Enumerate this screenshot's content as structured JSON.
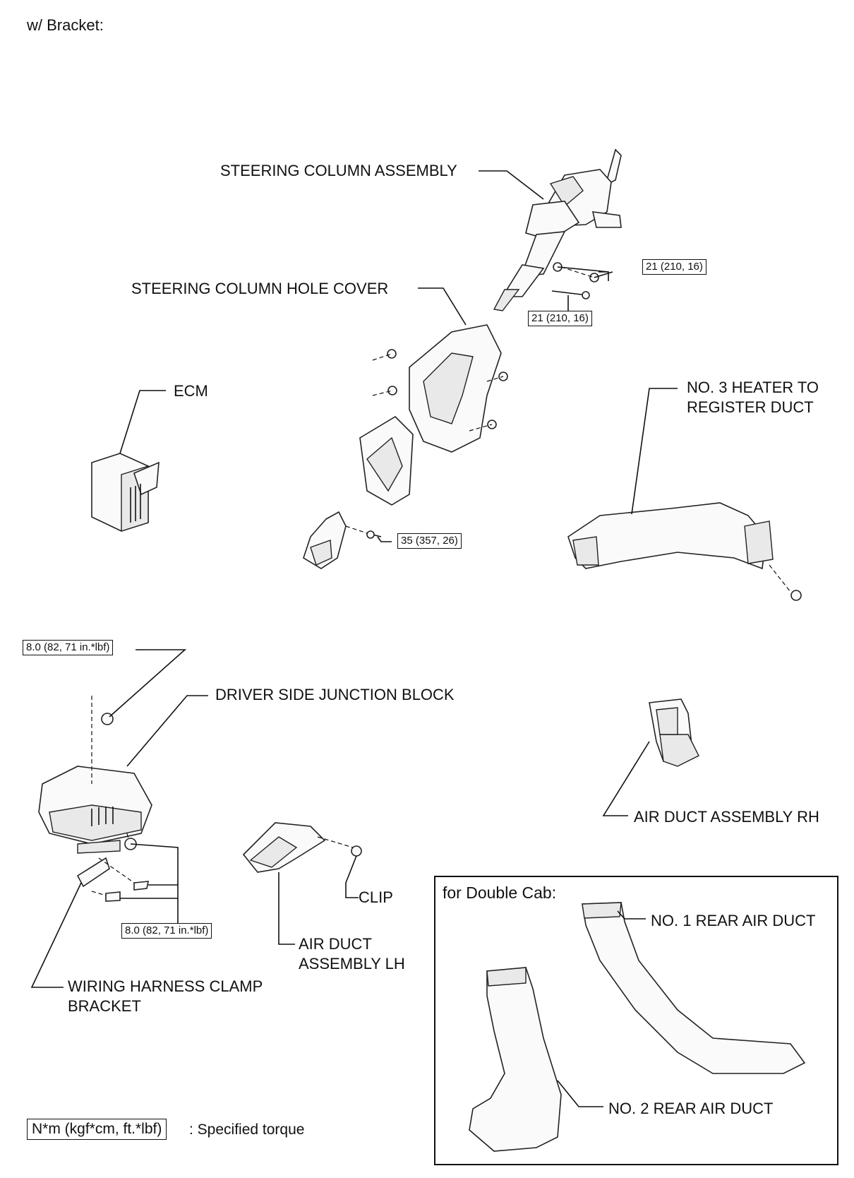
{
  "header": {
    "variant_label": "w/ Bracket:"
  },
  "parts": {
    "steering_column_assembly": "STEERING COLUMN ASSEMBLY",
    "steering_column_hole_cover": "STEERING COLUMN HOLE COVER",
    "ecm": "ECM",
    "heater_duct_line1": "NO. 3 HEATER TO",
    "heater_duct_line2": "REGISTER DUCT",
    "driver_side_junction_block": "DRIVER SIDE JUNCTION BLOCK",
    "air_duct_rh": "AIR DUCT ASSEMBLY RH",
    "clip": "CLIP",
    "air_duct_lh_line1": "AIR DUCT",
    "air_duct_lh_line2": "ASSEMBLY LH",
    "harness_clamp_line1": "WIRING HARNESS CLAMP",
    "harness_clamp_line2": "BRACKET"
  },
  "torques": {
    "column_nuts": "21 (210, 16)",
    "column_bolt": "21 (210, 16)",
    "intermediate_shaft_bolt": "35 (357, 26)",
    "junction_block_nut": "8.0 (82, 71 in.*lbf)",
    "junction_block_bolts": "8.0 (82, 71 in.*lbf)"
  },
  "inset": {
    "title": "for Double Cab:",
    "no1_rear_air_duct": "NO. 1 REAR AIR DUCT",
    "no2_rear_air_duct": "NO. 2 REAR AIR DUCT"
  },
  "legend": {
    "unit_box": "N*m (kgf*cm, ft.*lbf)",
    "description": ": Specified torque"
  }
}
